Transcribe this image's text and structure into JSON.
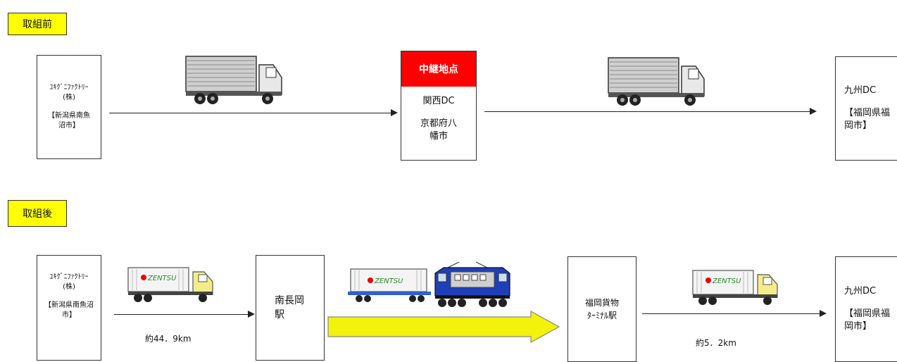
{
  "before": {
    "label": "取組前",
    "origin": {
      "name": "ﾕｷｸﾞﾆﾌｧｸﾄﾘｰ(株)",
      "location": "【新潟県南魚沼市】"
    },
    "relay": {
      "header": "中継地点",
      "name": "関西DC",
      "location": "京都府八幡市"
    },
    "destination": {
      "name": "九州DC",
      "location": "【福岡県福岡市】"
    }
  },
  "after": {
    "label": "取組後",
    "origin": {
      "name": "ﾕｷｸﾞﾆﾌｧｸﾄﾘｰ(株)",
      "location": "【新潟県南魚沼市】"
    },
    "station1": "南長岡駅",
    "station2": "福岡貨物ﾀｰﾐﾅﾙ駅",
    "destination": {
      "name": "九州DC",
      "location": "【福岡県福岡市】"
    },
    "distance1": "約44．9km",
    "distance2": "約5．2km",
    "container_brand": "ZENTSU"
  }
}
